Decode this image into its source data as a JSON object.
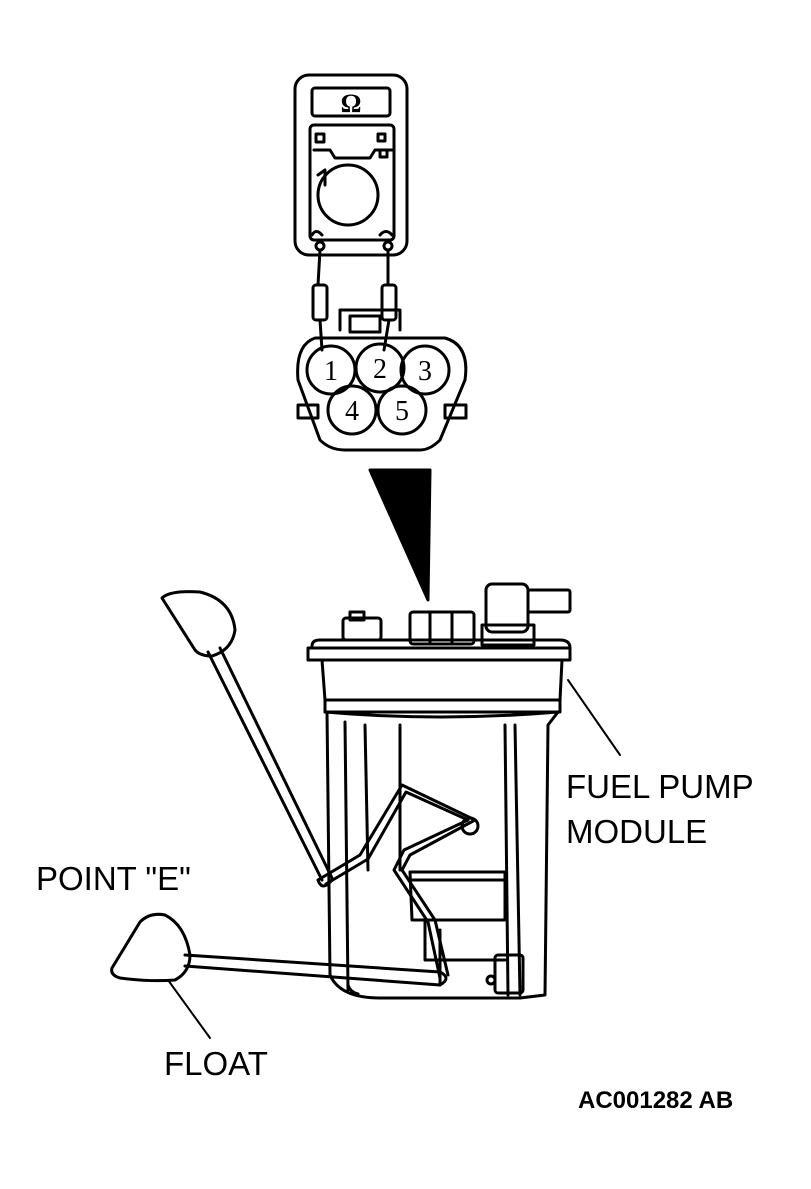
{
  "meter": {
    "symbol": "Ω"
  },
  "connector": {
    "pins": [
      "1",
      "2",
      "3",
      "4",
      "5"
    ]
  },
  "labels": {
    "fuel_pump_module_line1": "FUEL PUMP",
    "fuel_pump_module_line2": "MODULE",
    "point_e": "POINT \"E\"",
    "float": "FLOAT"
  },
  "figure_code": "AC001282 AB"
}
